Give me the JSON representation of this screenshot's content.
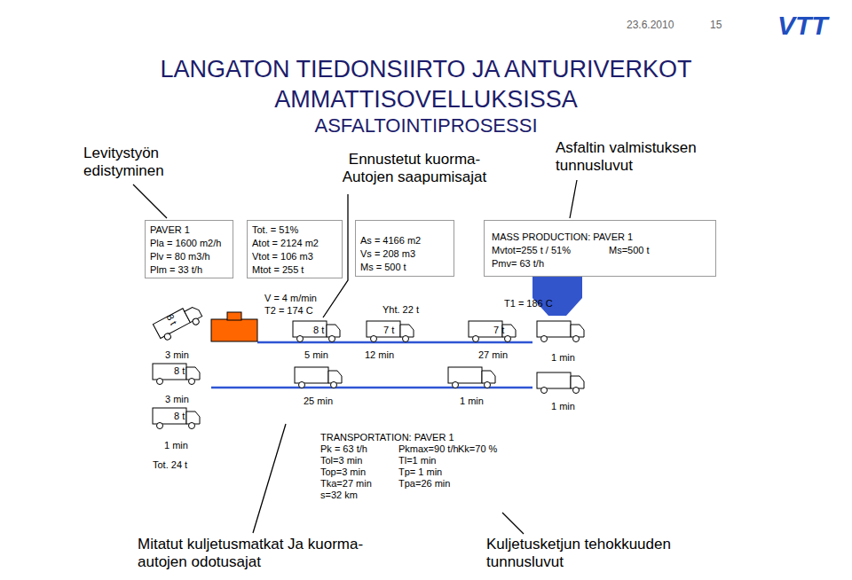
{
  "diagram": {
    "title": "LANGATON TIEDONSIIRTO JA ANTURIVERKOT AMMATTISOVELLUKSISSA",
    "nodes": [
      {
        "text": [
          "PAVER 1",
          "Pla = 1600 m2/h",
          "Plv = 80 m3/h",
          "Plm = 33 t/h"
        ]
      },
      {
        "text": [
          "Tot. = 51%",
          "Atot = 2124 m2",
          "Vtot = 106 m3",
          "Mtot = 255 t"
        ]
      },
      {
        "text": [
          "As = 4166 m2",
          "Vs = 208 m3",
          "Ms = 500 t"
        ]
      },
      {
        "text": [
          "MASS PRODUCTION: PAVER 1",
          "Mvtot=255 t / 51%",
          "Ms=500 t",
          "Pmv= 63 t/h"
        ]
      },
      {
        "text": [
          "TRANSPORTATION: PAVER 1",
          "Pk = 63 t/h",
          "Pkmax=90 t/h",
          "Kk=70 %",
          "Tol=3 min",
          "Tl=1 min",
          "Top=3 min",
          "Tp= 1 min",
          "Tka=27 min",
          "Tpa=26 min",
          "s=32 km"
        ]
      }
    ],
    "labels": [
      "23.6.2010",
      "15",
      "VTT",
      "ASFALTOINTIPROSESSI",
      "Levitystyön edistyminen",
      "Ennustetut kuorma- Autojen saapumisajat",
      "Asfaltin valmistuksen tunnusluvut",
      "8 t",
      "V = 4 m/min",
      "T2 = 174 C",
      "8 t",
      "Yht. 22 t",
      "7 t",
      "7 t",
      "T1 = 186 C",
      "3 min",
      "5 min",
      "12 min",
      "27 min",
      "1 min",
      "8 t",
      "3 min",
      "25 min",
      "1 min",
      "1 min",
      "8 t",
      "1 min",
      "Tot. 24 t",
      "Mitatut kuljetusmatkat Ja kuorma-autojen odotusajat",
      "Kuljetusketjun tehokkuuden tunnusluvut"
    ]
  }
}
